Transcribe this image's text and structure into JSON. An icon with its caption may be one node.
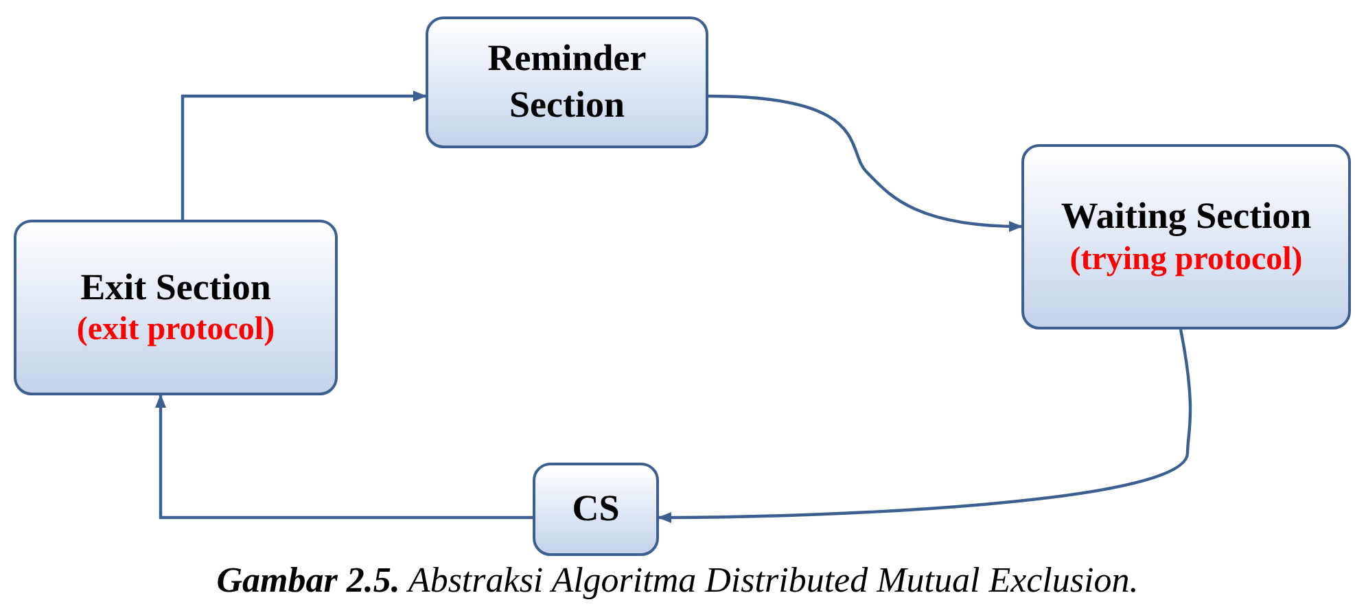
{
  "diagram": {
    "caption": "**Gambar 2.5.** Abstraksi Algoritma Distributed Mutual Exclusion.",
    "nodes": [
      {
        "text": [
          "Reminder Section"
        ]
      },
      {
        "text": [
          "Waiting Section",
          "(trying protocol)"
        ]
      },
      {
        "text": [
          "Exit Section",
          "(exit protocol)"
        ]
      },
      {
        "text": [
          "CS"
        ]
      }
    ],
    "edges": [
      {
        "from": 2,
        "to": 0,
        "arrow": "to"
      },
      {
        "from": 0,
        "to": 1,
        "arrow": "to"
      },
      {
        "from": 1,
        "to": 3,
        "arrow": "to"
      },
      {
        "from": 3,
        "to": 2,
        "arrow": "to"
      }
    ]
  }
}
